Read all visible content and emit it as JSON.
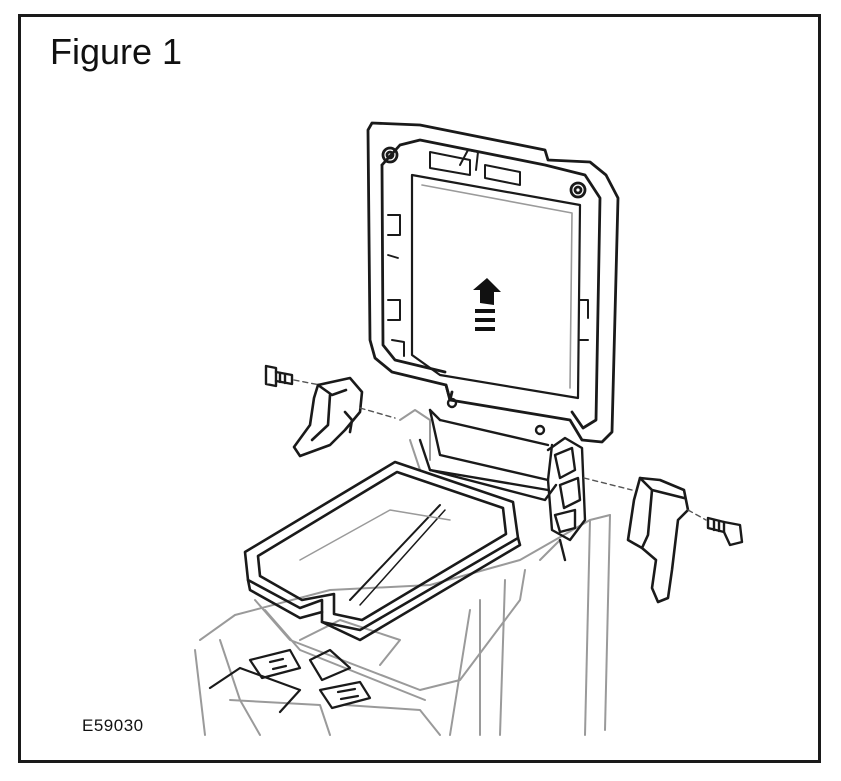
{
  "figure": {
    "title": "Figure 1",
    "code": "E59030"
  },
  "icons": {
    "lid": "armrest-lid",
    "arrow": "up-arrow-icon",
    "bin": "storage-bin",
    "left_cover": "hinge-cover-left",
    "right_cover": "hinge-cover-right",
    "left_screw": "screw-left",
    "right_screw": "screw-right"
  },
  "colors": {
    "line": "#1a1a1a",
    "light_line": "#9a9a9a"
  }
}
